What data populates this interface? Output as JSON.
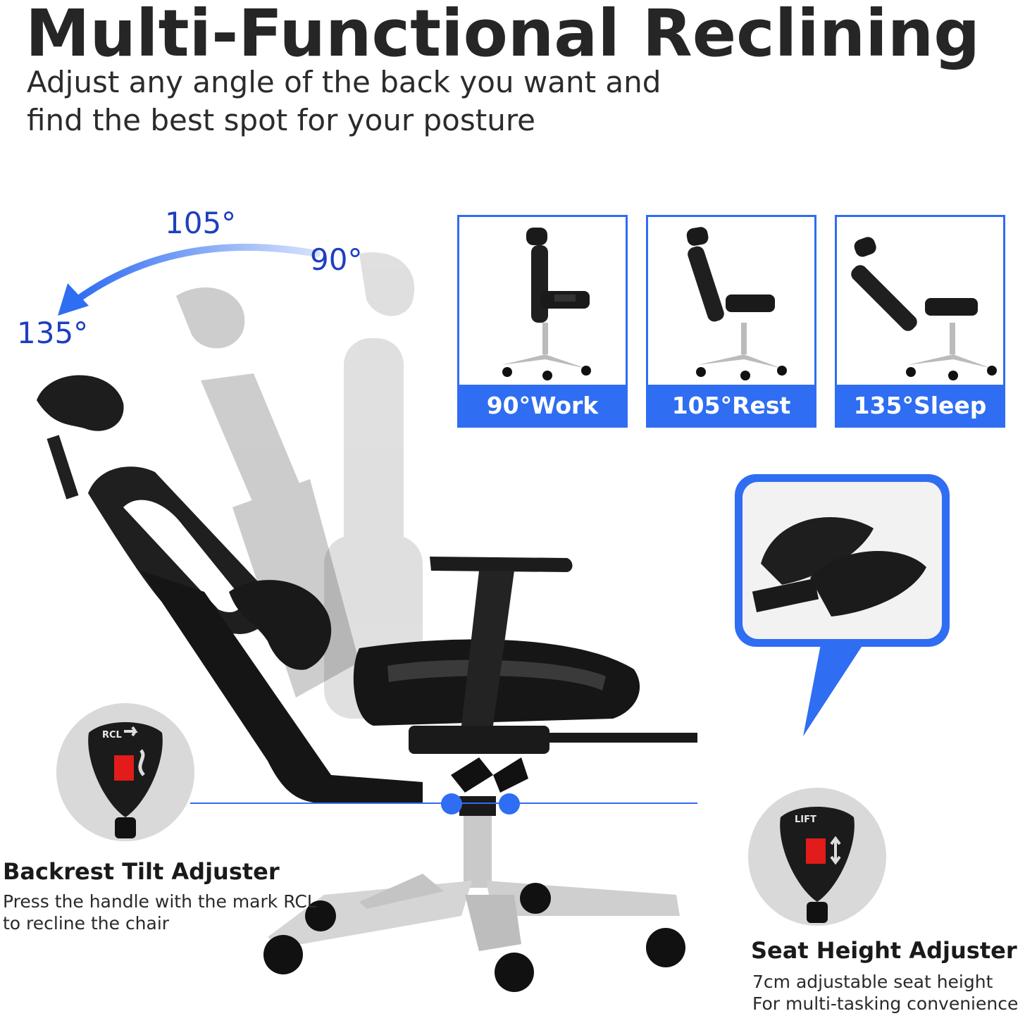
{
  "header": {
    "title": "Multi-Functional Reclining",
    "subtitle_line1": "Adjust any angle of the back you want and",
    "subtitle_line2": "find the best spot for your posture"
  },
  "angles": {
    "a105": "105°",
    "a90": "90°",
    "a135": "135°"
  },
  "positions": [
    {
      "label": "90°Work"
    },
    {
      "label": "105°Rest"
    },
    {
      "label": "135°Sleep"
    }
  ],
  "features": {
    "backrest": {
      "knob_text": "RCL",
      "title": "Backrest Tilt Adjuster",
      "line1": "Press the handle with the mark RCL",
      "line2": "to recline the chair"
    },
    "seat": {
      "knob_text": "LIFT",
      "title": "Seat Height Adjuster",
      "line1": "7cm adjustable seat height",
      "line2": "For multi-tasking convenience"
    }
  },
  "colors": {
    "accent_blue": "#2f6df2",
    "degree_blue": "#1d3fc0",
    "knob_red": "#e21b1b",
    "chair_black": "#1b1b1b"
  }
}
